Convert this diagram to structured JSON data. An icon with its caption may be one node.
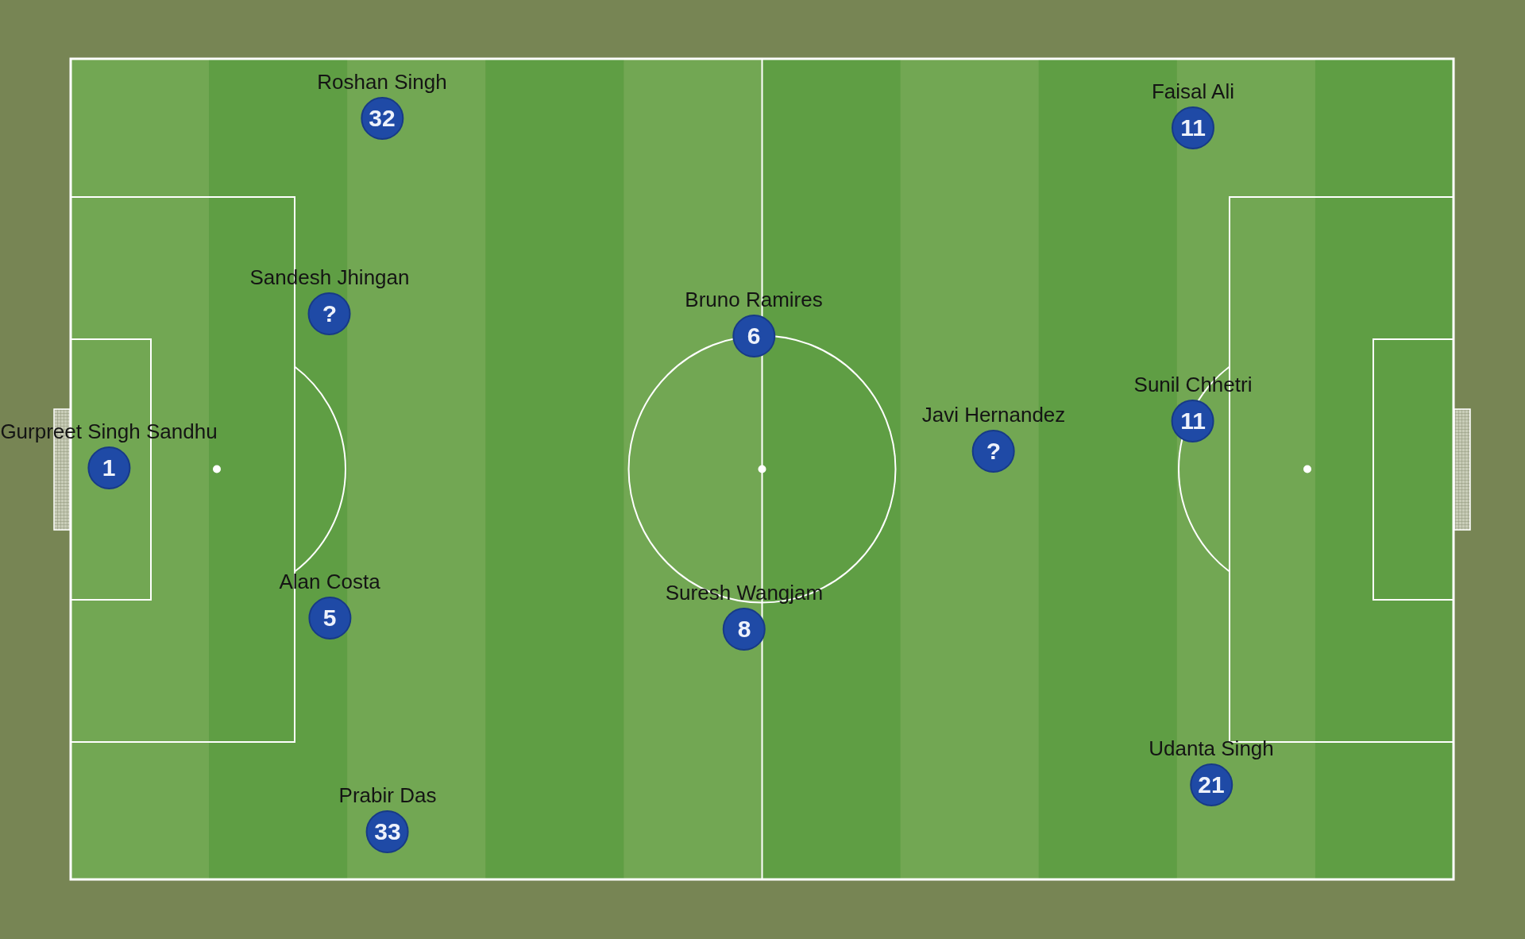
{
  "diagram": {
    "nodes": [
      {
        "text": [
          "Roshan Singh",
          "32"
        ]
      },
      {
        "text": [
          "Faisal Ali",
          "11"
        ]
      },
      {
        "text": [
          "Sandesh Jhingan",
          "?"
        ]
      },
      {
        "text": [
          "Bruno Ramires",
          "6"
        ]
      },
      {
        "text": [
          "Sunil Chhetri",
          "11"
        ]
      },
      {
        "text": [
          "Javi Hernandez",
          "?"
        ]
      },
      {
        "text": [
          "Gurpreet Singh Sandhu",
          "1"
        ]
      },
      {
        "text": [
          "Alan Costa",
          "5"
        ]
      },
      {
        "text": [
          "Suresh Wangjam",
          "8"
        ]
      },
      {
        "text": [
          "Udanta Singh",
          "21"
        ]
      },
      {
        "text": [
          "Prabir Das",
          "33"
        ]
      }
    ]
  }
}
